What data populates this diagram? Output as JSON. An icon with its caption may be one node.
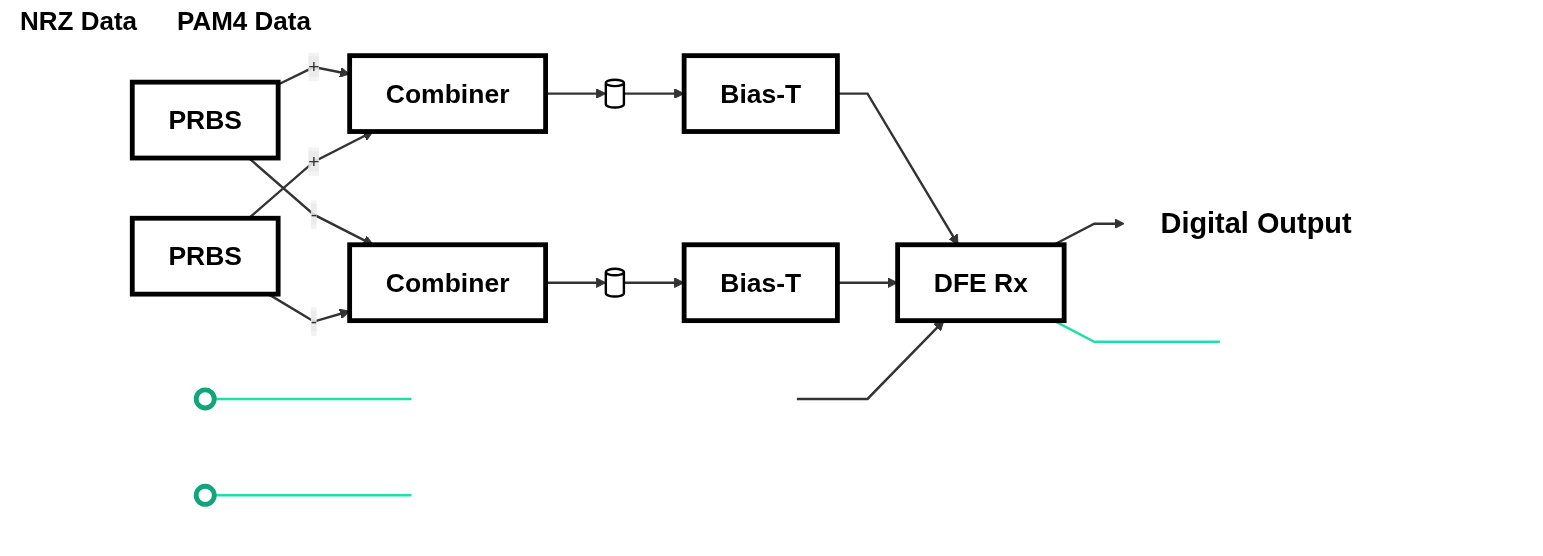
{
  "diagram": {
    "nodes": [
      {
        "text": [
          "PRBS"
        ]
      },
      {
        "text": [
          "PRBS"
        ]
      },
      {
        "text": [
          "Combiner"
        ]
      },
      {
        "text": [
          "Combiner"
        ]
      },
      {
        "text": [],
        "shape": "cylinder"
      },
      {
        "text": [],
        "shape": "cylinder"
      },
      {
        "text": [
          "Bias-T"
        ]
      },
      {
        "text": [
          "Bias-T"
        ]
      },
      {
        "text": [
          "DFE Rx"
        ]
      },
      {
        "text": [
          "Digital Output"
        ]
      },
      {
        "text": [],
        "shape": "ellipse"
      },
      {
        "text": [],
        "shape": "ellipse"
      }
    ],
    "edges": [
      {
        "from": 0,
        "to": 2,
        "arrow": "to",
        "label": "+"
      },
      {
        "from": 0,
        "to": 3,
        "arrow": "to",
        "label": "-"
      },
      {
        "from": 1,
        "to": 2,
        "arrow": "to",
        "label": "+"
      },
      {
        "from": 1,
        "to": 3,
        "arrow": "to",
        "label": "-"
      },
      {
        "from": 2,
        "to": 4,
        "arrow": "to"
      },
      {
        "from": 3,
        "to": 5,
        "arrow": "to"
      },
      {
        "from": 4,
        "to": 6,
        "arrow": "to"
      },
      {
        "from": 5,
        "to": 7,
        "arrow": "to"
      },
      {
        "from": 6,
        "to": 8,
        "arrow": "to"
      },
      {
        "from": 7,
        "to": 8,
        "arrow": "to"
      },
      {
        "from": 8,
        "to": 9,
        "arrow": "to"
      },
      {
        "from": null,
        "to": 8,
        "arrow": "to"
      },
      {
        "from": 10,
        "to": null,
        "arrow": "none",
        "color": "#1de0a8"
      },
      {
        "from": 11,
        "to": null,
        "arrow": "none",
        "color": "#1de0a8"
      },
      {
        "from": 8,
        "to": null,
        "arrow": "none",
        "color": "#1de0a8"
      }
    ],
    "labels": [
      "NRZ Data",
      "PAM4 Data"
    ]
  }
}
